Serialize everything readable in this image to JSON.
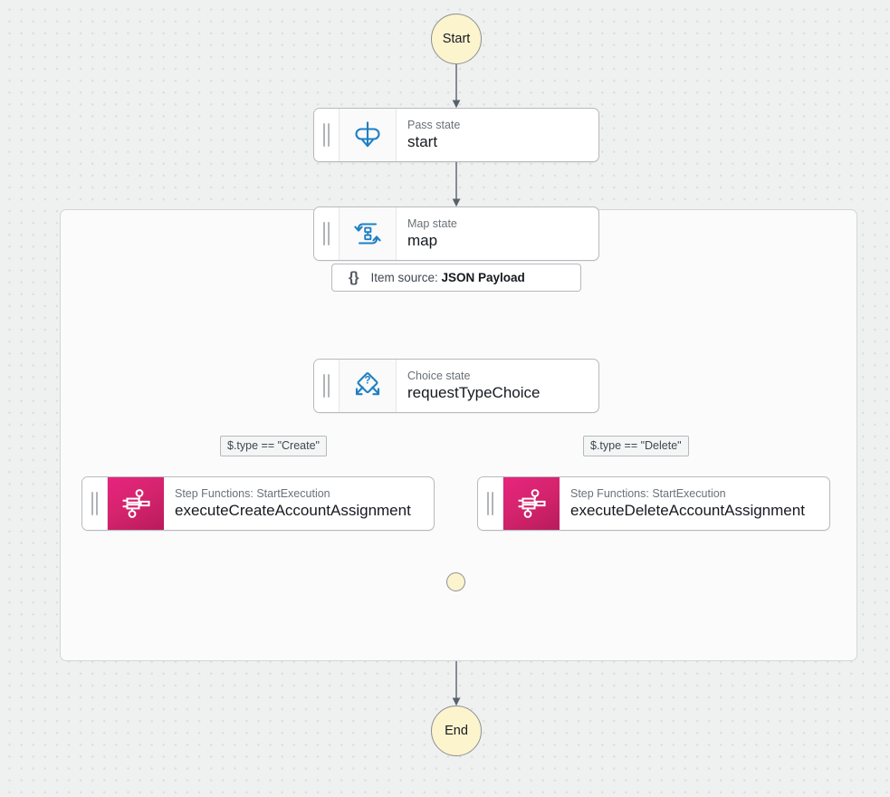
{
  "workflow": {
    "start_label": "Start",
    "end_label": "End",
    "nodes": [
      {
        "id": "pass",
        "type_label": "Pass state",
        "name": "start",
        "icon": "pass-state-icon"
      },
      {
        "id": "map",
        "type_label": "Map state",
        "name": "map",
        "icon": "map-state-icon"
      },
      {
        "id": "choice",
        "type_label": "Choice state",
        "name": "requestTypeChoice",
        "icon": "choice-state-icon"
      },
      {
        "id": "create",
        "type_label": "Step Functions: StartExecution",
        "name": "executeCreateAccountAssignment",
        "icon": "step-functions-icon"
      },
      {
        "id": "delete",
        "type_label": "Step Functions: StartExecution",
        "name": "executeDeleteAccountAssignment",
        "icon": "step-functions-icon"
      }
    ],
    "map_item_source": {
      "prefix": "Item source:",
      "value": "JSON Payload",
      "icon": "json-braces-icon"
    },
    "edge_labels": [
      {
        "id": "create-branch",
        "text": "$.type == \"Create\""
      },
      {
        "id": "delete-branch",
        "text": "$.type == \"Delete\""
      }
    ]
  },
  "colors": {
    "canvas_background": "#eff0f0",
    "grid_dot": "#dcdedf",
    "terminal_fill": "#fcf4cd",
    "terminal_border": "#8c8f92",
    "card_border": "#b6babd",
    "state_icon_blue": "#1f7fc4",
    "step_functions_magenta": "#e7247f",
    "connector_gray": "#58616b",
    "type_label_gray": "#6a7178",
    "name_text": "#16191f"
  }
}
